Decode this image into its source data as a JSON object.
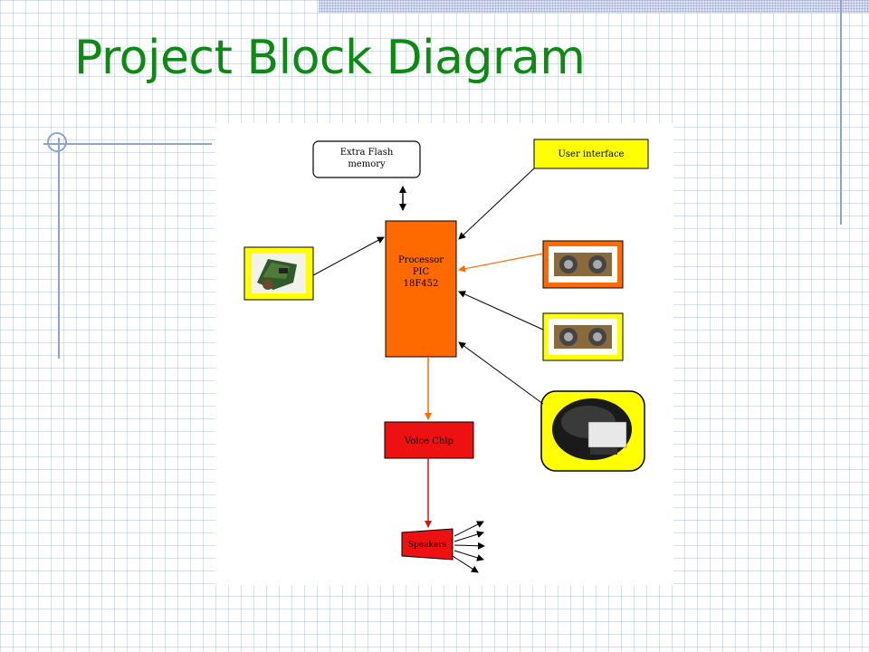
{
  "page": {
    "title": "Project Block Diagram"
  },
  "diagram": {
    "nodes": {
      "flash": [
        "Extra Flash",
        "memory"
      ],
      "ui": "User interface",
      "processor": [
        "Processor",
        "PIC",
        "18F452"
      ],
      "voice": "Voice Chip",
      "speakers": "Speakers"
    },
    "images": [
      "circuit-board-image",
      "ultrasonic-sensor-image-1",
      "ultrasonic-sensor-image-2",
      "compass-module-image"
    ],
    "colors": {
      "title": "#0b8b12",
      "processor": "#ff6a00",
      "voice_chip": "#ee1111",
      "image_frame": "#ffff00",
      "ui_box": "#ffff00",
      "orange_arrow": "#ff6a00",
      "red_arrow": "#dd1111"
    }
  }
}
